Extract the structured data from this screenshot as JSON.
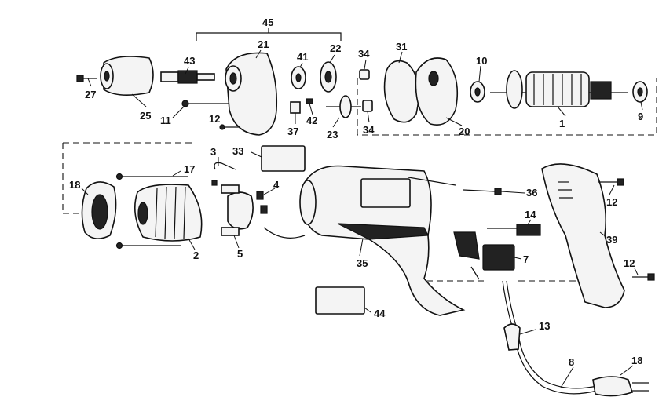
{
  "labels": {
    "l1": "1",
    "l2": "2",
    "l3": "3",
    "l4": "4",
    "l5": "5",
    "l7": "7",
    "l8": "8",
    "l9": "9",
    "l10": "10",
    "l11": "11",
    "l12a": "12",
    "l12b": "12",
    "l12c": "12",
    "l13": "13",
    "l14": "14",
    "l17": "17",
    "l18a": "18",
    "l18b": "18",
    "l20": "20",
    "l21": "21",
    "l22": "22",
    "l23": "23",
    "l25": "25",
    "l27": "27",
    "l31": "31",
    "l33": "33",
    "l34a": "34",
    "l34b": "34",
    "l35": "35",
    "l36": "36",
    "l37": "37",
    "l39": "39",
    "l41": "41",
    "l42": "42",
    "l43": "43",
    "l44": "44",
    "l45": "45"
  }
}
